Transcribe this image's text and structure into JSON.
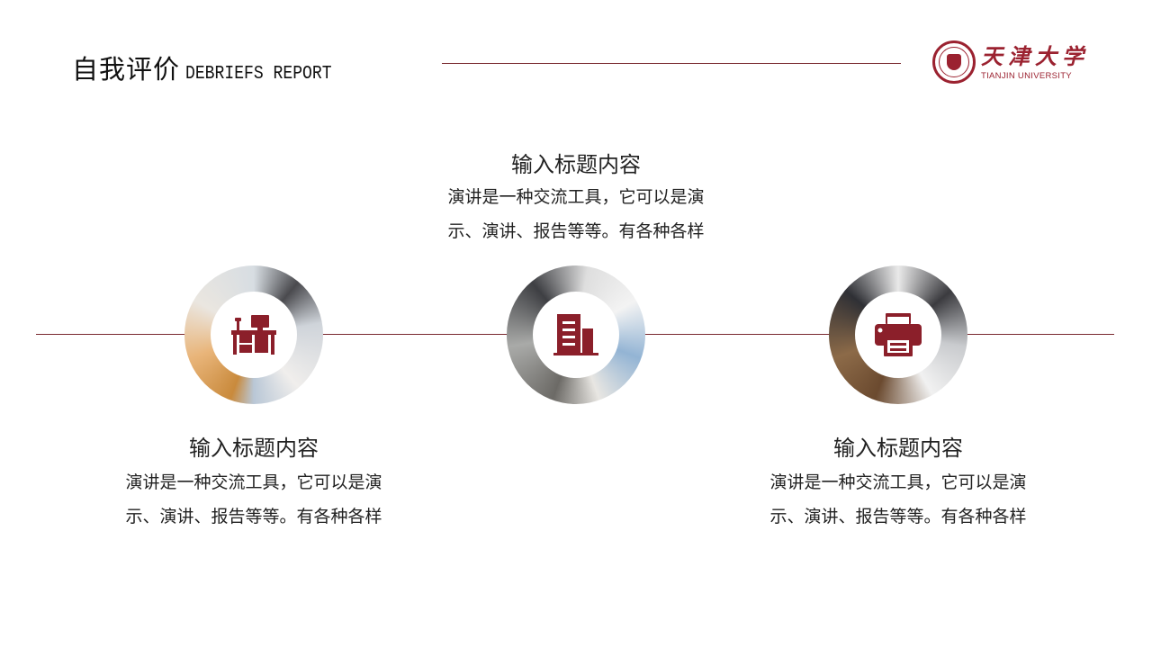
{
  "header": {
    "title_cn": "自我评价",
    "title_en": "DEBRIEFS REPORT",
    "accent_color": "#7a2a30"
  },
  "logo": {
    "name_cn": "天津大学",
    "name_en": "TIANJIN UNIVERSITY",
    "color": "#9b2230"
  },
  "timeline": {
    "icon_color": "#8b1f2a",
    "items": [
      {
        "icon": "desk-icon",
        "title": "输入标题内容",
        "desc_line1": "演讲是一种交流工具，它可以是演",
        "desc_line2": "示、演讲、报告等等。有各种各样",
        "label_position": "below"
      },
      {
        "icon": "building-icon",
        "title": "输入标题内容",
        "desc_line1": "演讲是一种交流工具，它可以是演",
        "desc_line2": "示、演讲、报告等等。有各种各样",
        "label_position": "above"
      },
      {
        "icon": "printer-icon",
        "title": "输入标题内容",
        "desc_line1": "演讲是一种交流工具，它可以是演",
        "desc_line2": "示、演讲、报告等等。有各种各样",
        "label_position": "below"
      }
    ]
  }
}
